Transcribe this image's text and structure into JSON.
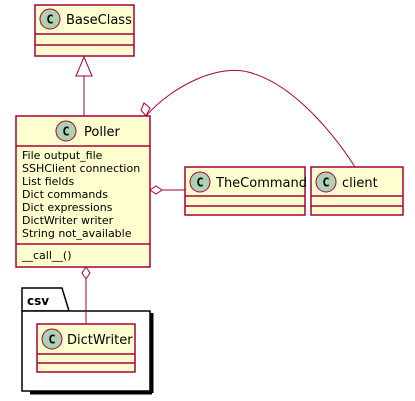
{
  "colors": {
    "class_fill": "#FEFECE",
    "class_border": "#A80036",
    "circle_fill": "#ADD1B2",
    "package_fill": "#FFFFFF",
    "package_border": "#000000",
    "edge": "#A80036"
  },
  "classes": {
    "baseclass": {
      "name": "BaseClass",
      "stereotype": "C"
    },
    "poller": {
      "name": "Poller",
      "stereotype": "C",
      "fields": [
        "File output_file",
        "SSHClient connection",
        "List fields",
        "Dict commands",
        "Dict expressions",
        "DictWriter writer",
        "String not_available"
      ],
      "methods": [
        "__call__()"
      ]
    },
    "thecommand": {
      "name": "TheCommand",
      "stereotype": "C"
    },
    "client": {
      "name": "client",
      "stereotype": "C"
    },
    "dictwriter": {
      "name": "DictWriter",
      "stereotype": "C"
    }
  },
  "packages": {
    "csv": {
      "name": "csv"
    }
  },
  "relations": [
    {
      "from": "Poller",
      "to": "BaseClass",
      "kind": "inheritance"
    },
    {
      "from": "Poller",
      "to": "TheCommand",
      "kind": "aggregation"
    },
    {
      "from": "Poller",
      "to": "client",
      "kind": "aggregation"
    },
    {
      "from": "Poller",
      "to": "DictWriter",
      "kind": "aggregation"
    }
  ]
}
